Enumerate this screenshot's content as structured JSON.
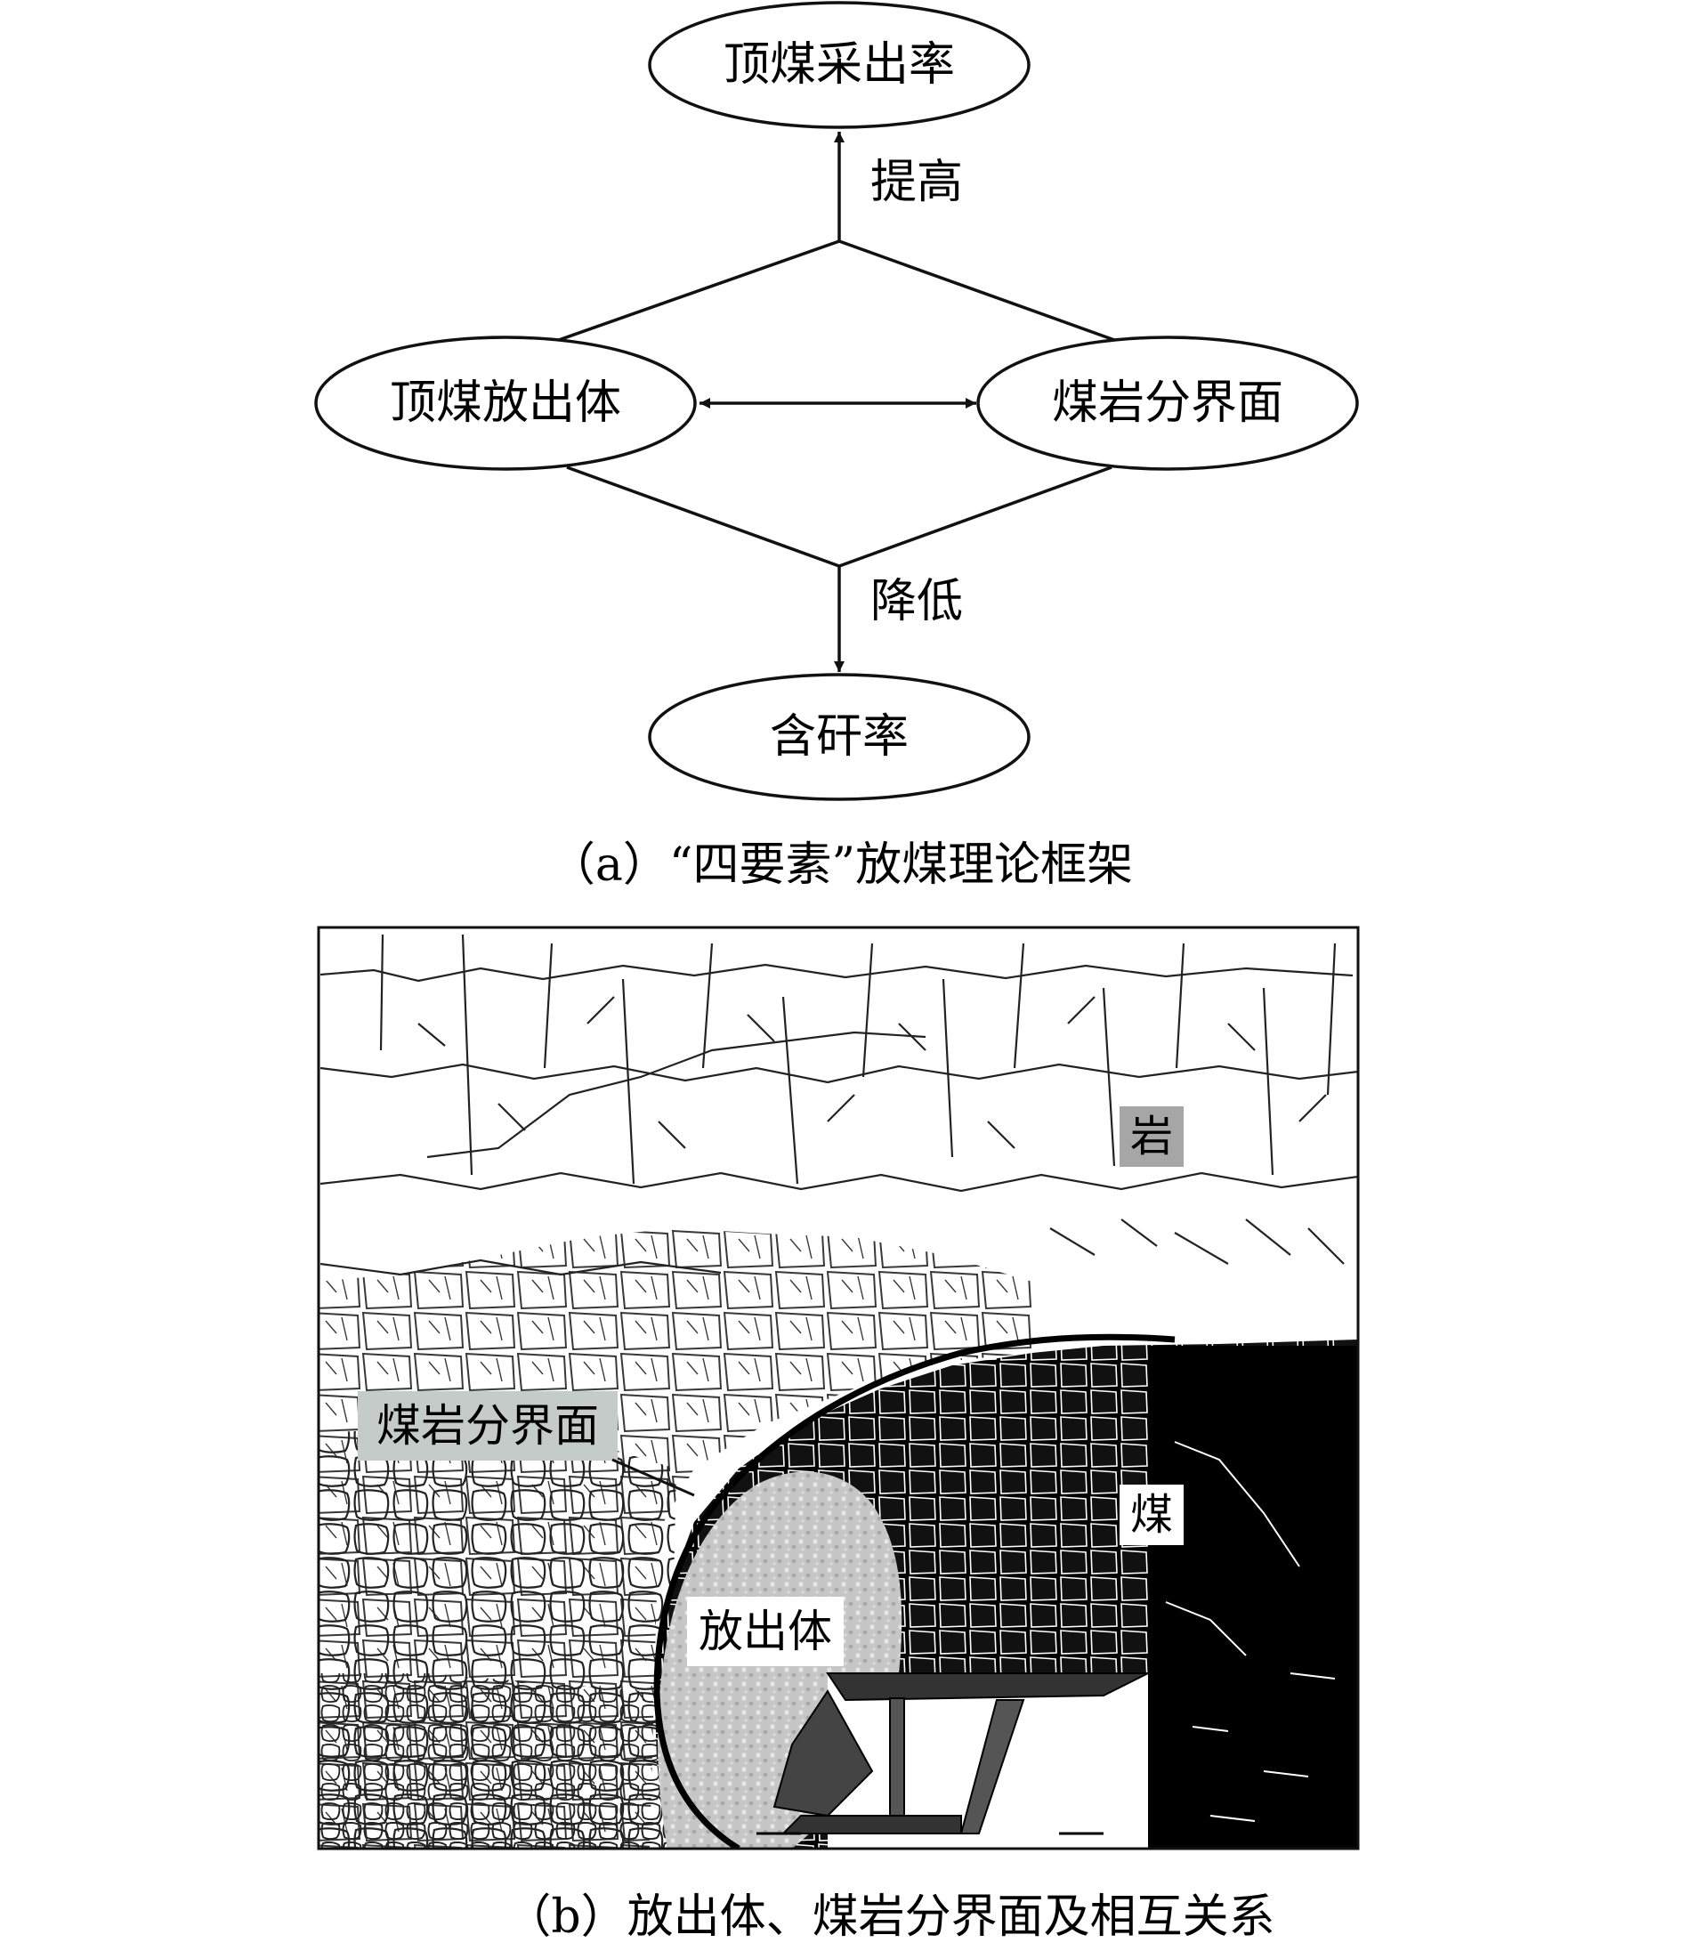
{
  "panel_a": {
    "nodes": {
      "top": "顶煤采出率",
      "left": "顶煤放出体",
      "right": "煤岩分界面",
      "bottom": "含矸率"
    },
    "edge_labels": {
      "up": "提高",
      "down": "降低"
    },
    "caption": "（a）“四要素”放煤理论框架"
  },
  "panel_b": {
    "labels": {
      "rock": "岩",
      "coal": "煤",
      "interface": "煤岩分界面",
      "draw_body": "放出体"
    },
    "caption": "（b）放出体、煤岩分界面及相互关系"
  }
}
